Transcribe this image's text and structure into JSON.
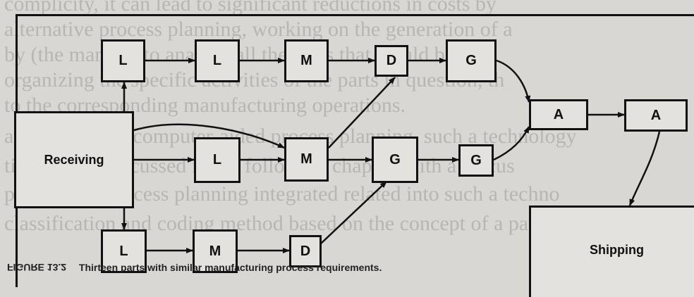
{
  "nodes": {
    "receiving": "Receiving",
    "shipping": "Shipping",
    "top_l1": "L",
    "top_l2": "L",
    "top_m": "M",
    "top_d": "D",
    "top_g": "G",
    "mid_l": "L",
    "mid_m": "M",
    "mid_g1": "G",
    "mid_g2": "G",
    "bot_l": "L",
    "bot_m": "M",
    "bot_d": "D",
    "a1": "A",
    "a2": "A"
  },
  "caption": "Thirteen parts with similar manufacturing process requirements.",
  "figure_label": "FIGURE 13.2",
  "background_lines": [
    "complicity, it can lead to significant reductions in costs by",
    "alternative process planning, working on the generation of a",
    "by (the manual) to analyze all the parts that would be dev",
    "organizing the specific activities of the parts in question, th",
    "to the corresponding manufacturing operations.",
    "attached to the computer-aided process planning, such a technology",
    "tification is discussed in the following chapter, with a discus",
    "puter-aided process planning integrated related into such a techno",
    "classification and coding method based on the concept of a part family."
  ]
}
